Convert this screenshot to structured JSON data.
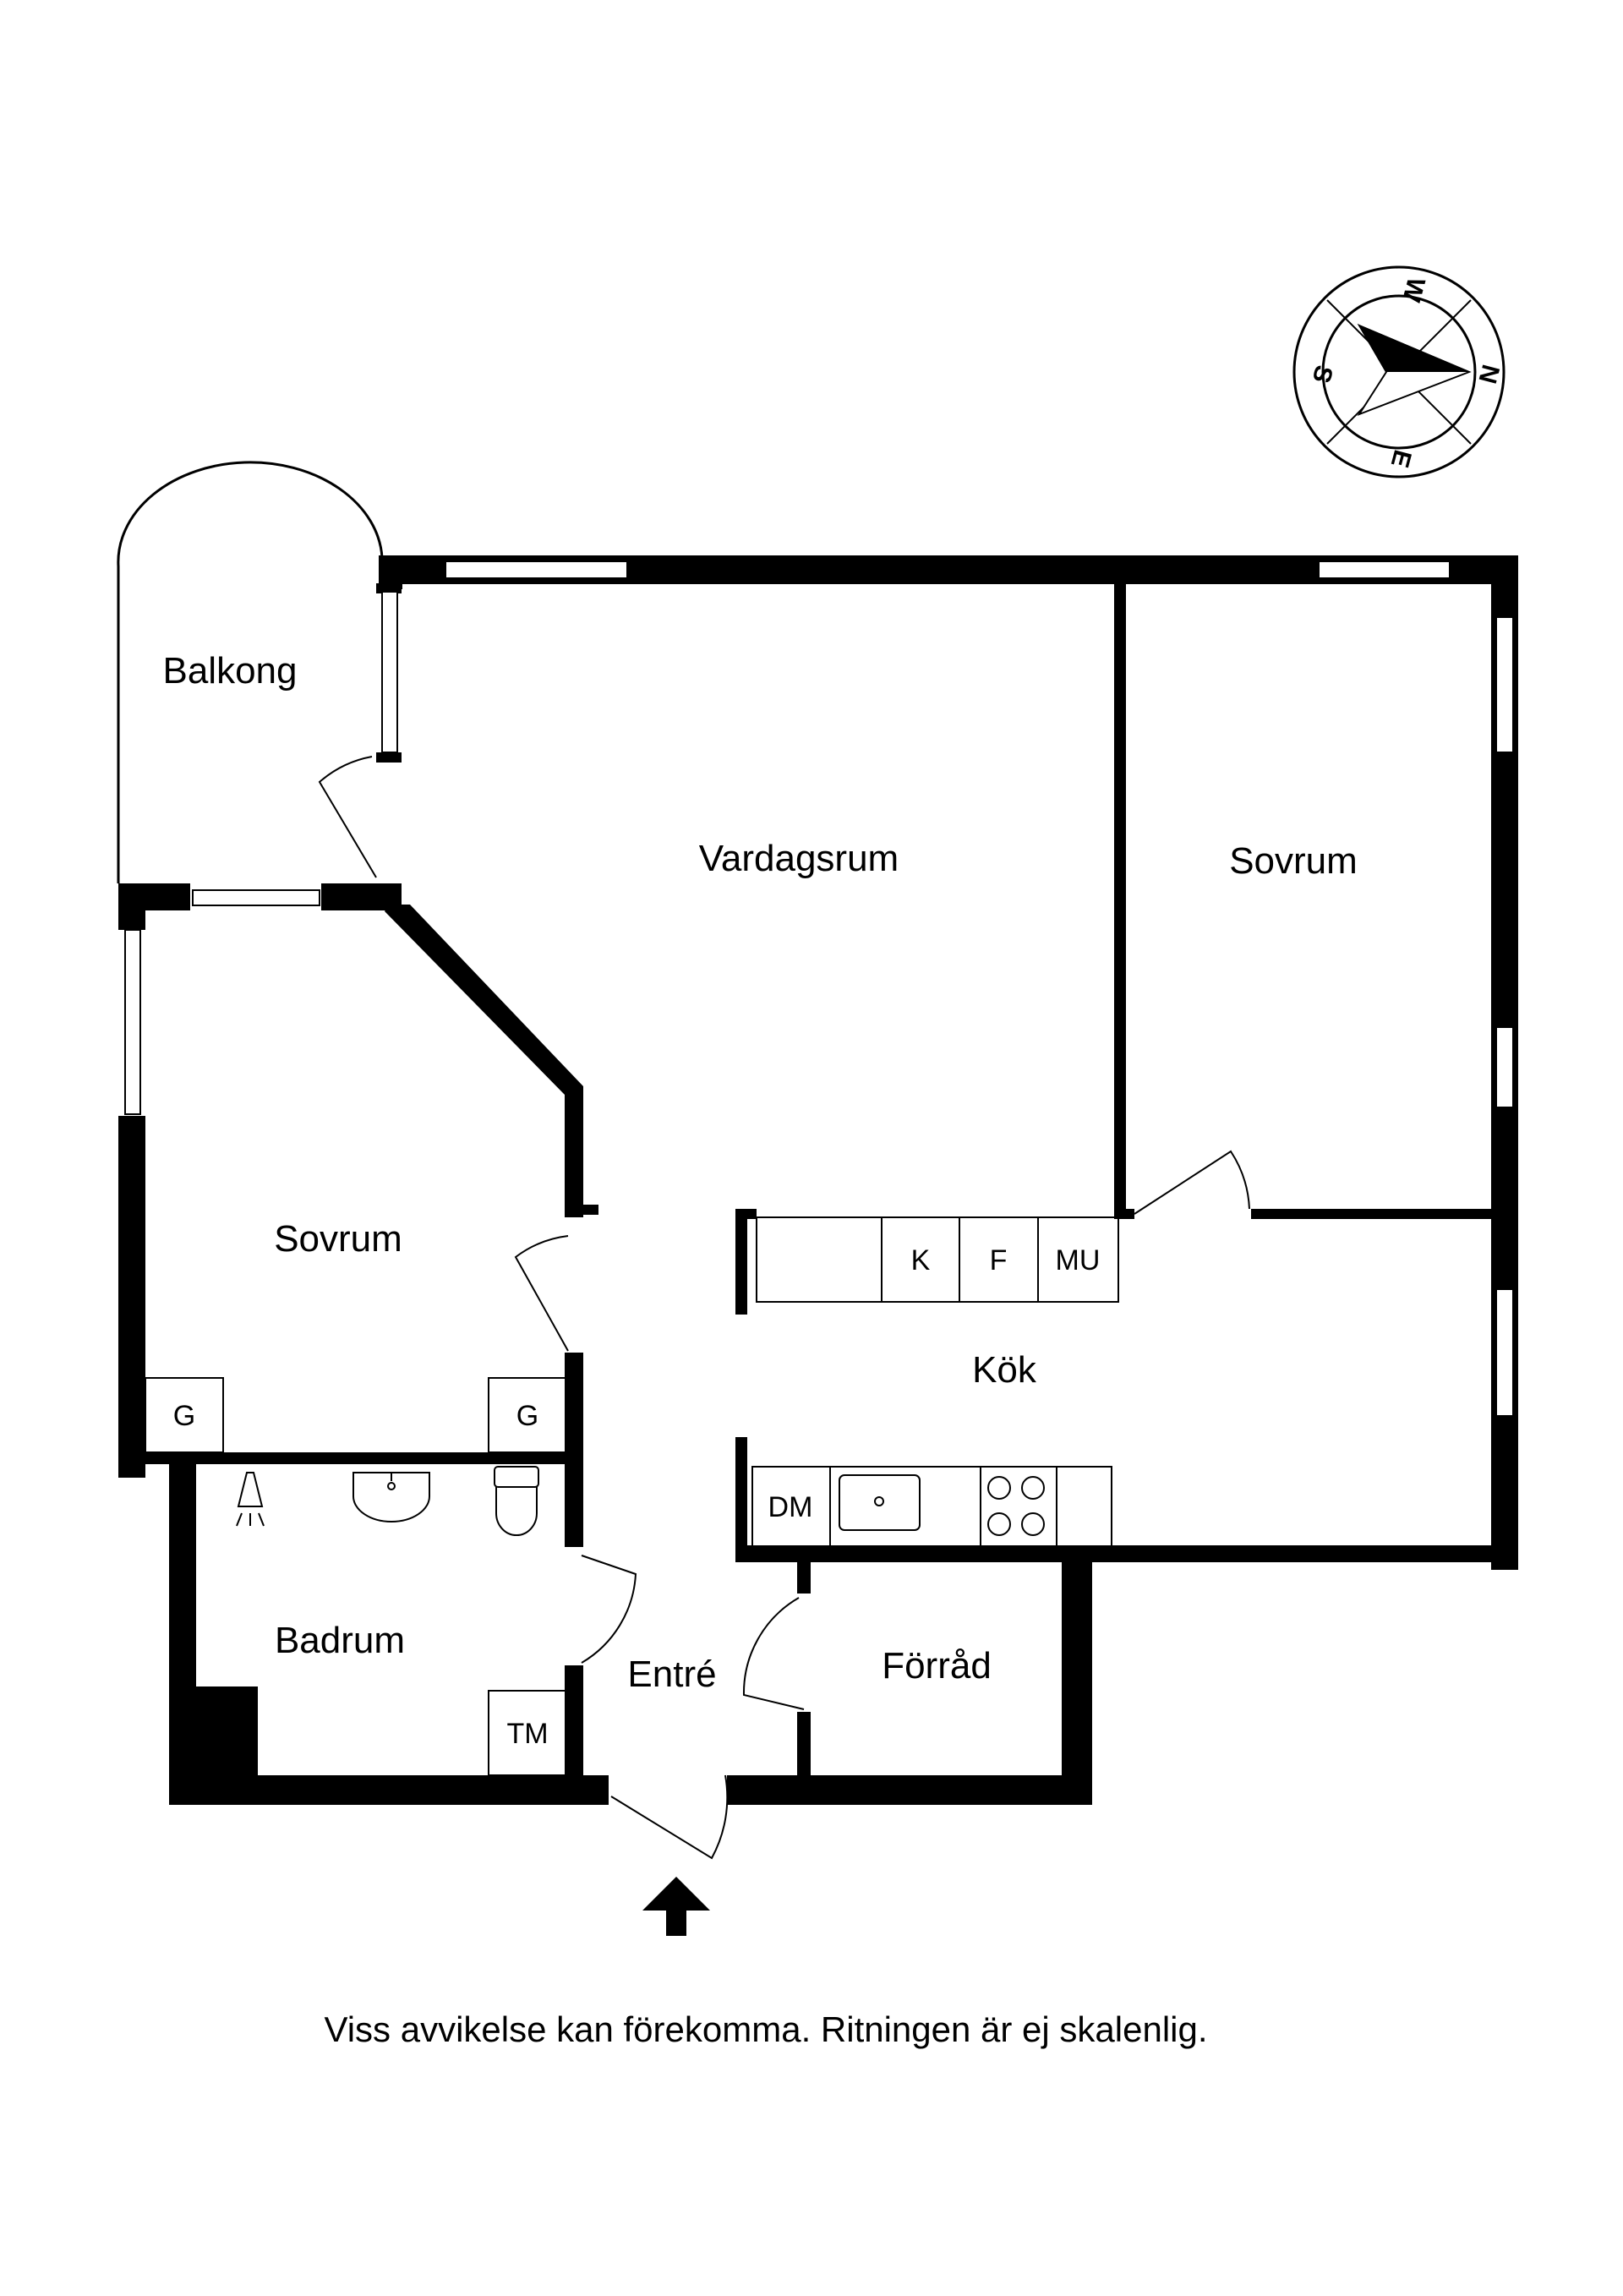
{
  "rooms": {
    "balcony": "Balkong",
    "living_room": "Vardagsrum",
    "bedroom_right": "Sovrum",
    "bedroom_left": "Sovrum",
    "kitchen": "Kök",
    "bathroom": "Badrum",
    "hall": "Entré",
    "storage": "Förråd"
  },
  "fixtures": {
    "wardrobe_left": "G",
    "wardrobe_right": "G",
    "freezer": "K",
    "fridge": "F",
    "microwave": "MU",
    "dishwasher": "DM",
    "washing_machine": "TM"
  },
  "compass": {
    "north": "N",
    "south": "S",
    "east": "E",
    "west": "W"
  },
  "disclaimer": "Viss avvikelse kan förekomma. Ritningen är ej skalenlig."
}
